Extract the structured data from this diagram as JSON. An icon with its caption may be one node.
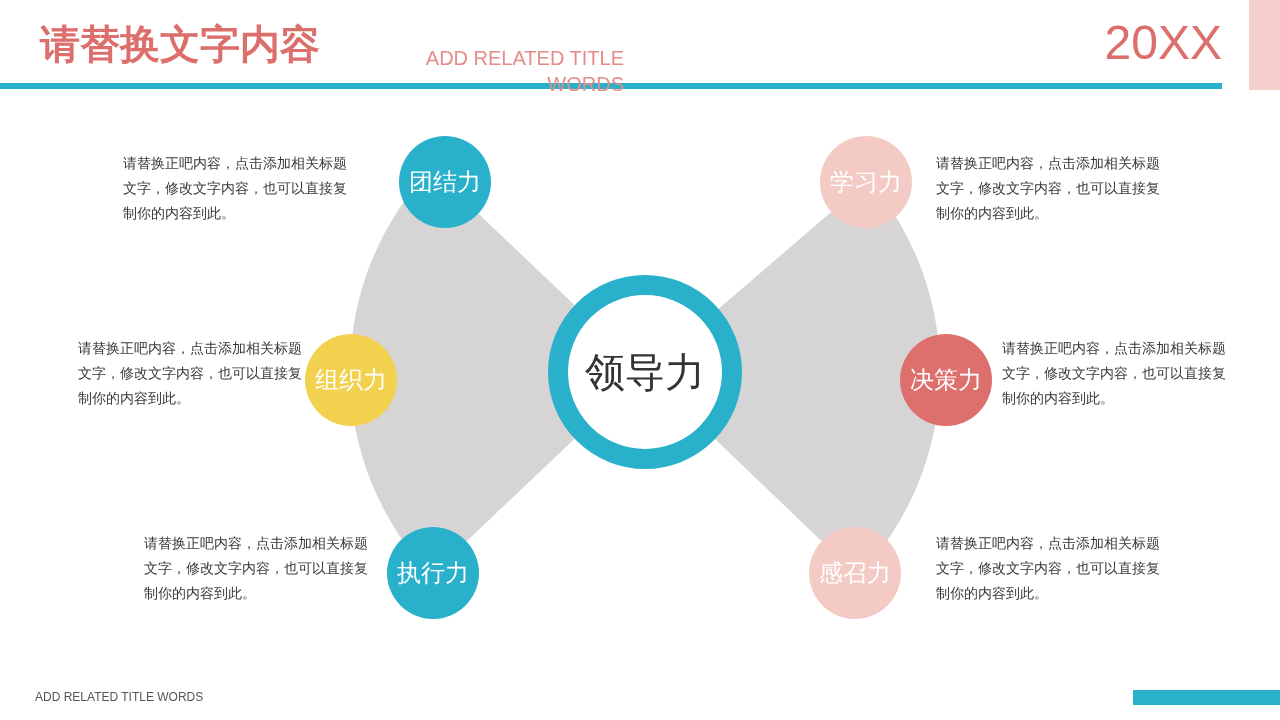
{
  "diagram": {
    "title": "请替换文字内容",
    "nodes": [
      {
        "text": [
          "团结力"
        ],
        "beside": [
          "请替换正吧内容，点击添加相关标题文字，修改文字内容，也可以直接复制你的内容到此。"
        ]
      },
      {
        "text": [
          "学习力"
        ],
        "beside": [
          "请替换正吧内容，点击添加相关标题文字，修改文字内容，也可以直接复制你的内容到此。"
        ]
      },
      {
        "text": [
          "组织力"
        ],
        "beside": [
          "请替换正吧内容，点击添加相关标题文字，修改文字内容，也可以直接复制你的内容到此。"
        ]
      },
      {
        "text": [
          "领导力"
        ]
      },
      {
        "text": [
          "决策力"
        ],
        "beside": [
          "请替换正吧内容，点击添加相关标题文字，修改文字内容，也可以直接复制你的内容到此。"
        ]
      },
      {
        "text": [
          "执行力"
        ],
        "beside": [
          "请替换正吧内容，点击添加相关标题文字，修改文字内容，也可以直接复制你的内容到此。"
        ]
      },
      {
        "text": [
          "感召力"
        ],
        "beside": [
          "请替换正吧内容，点击添加相关标题文字，修改文字内容，也可以直接复制你的内容到此。"
        ]
      }
    ],
    "labels": [
      "ADD RELATED TITLE WORDS",
      "20XX",
      "ADD RELATED TITLE WORDS"
    ]
  }
}
